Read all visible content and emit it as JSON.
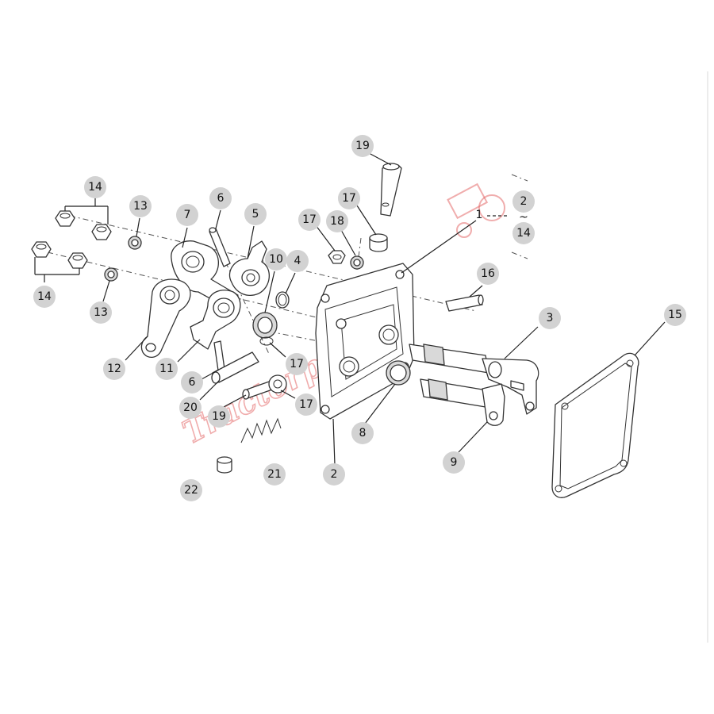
{
  "callouts": [
    {
      "id": "c19-top",
      "label": "19"
    },
    {
      "id": "c2-right",
      "label": "2"
    },
    {
      "id": "c14-right",
      "label": "14"
    },
    {
      "id": "c17-top",
      "label": "17"
    },
    {
      "id": "c17-nut",
      "label": "17"
    },
    {
      "id": "c18",
      "label": "18"
    },
    {
      "id": "c14-upper",
      "label": "14"
    },
    {
      "id": "c14-lower",
      "label": "14"
    },
    {
      "id": "c13-upper",
      "label": "13"
    },
    {
      "id": "c13-lower",
      "label": "13"
    },
    {
      "id": "c7",
      "label": "7"
    },
    {
      "id": "c6-upper",
      "label": "6"
    },
    {
      "id": "c5",
      "label": "5"
    },
    {
      "id": "c10",
      "label": "10"
    },
    {
      "id": "c4",
      "label": "4"
    },
    {
      "id": "c16",
      "label": "16"
    },
    {
      "id": "c3",
      "label": "3"
    },
    {
      "id": "c15",
      "label": "15"
    },
    {
      "id": "c12",
      "label": "12"
    },
    {
      "id": "c11",
      "label": "11"
    },
    {
      "id": "c6-lower",
      "label": "6"
    },
    {
      "id": "c17-mid",
      "label": "17"
    },
    {
      "id": "c20",
      "label": "20"
    },
    {
      "id": "c19-lower",
      "label": "19"
    },
    {
      "id": "c17-lower",
      "label": "17"
    },
    {
      "id": "c8",
      "label": "8"
    },
    {
      "id": "c2-housing",
      "label": "2"
    },
    {
      "id": "c9",
      "label": "9"
    },
    {
      "id": "c21",
      "label": "21"
    },
    {
      "id": "c22",
      "label": "22"
    }
  ],
  "plain_labels": [
    {
      "id": "p1",
      "label": "1"
    }
  ],
  "tilde": "~",
  "watermark": {
    "text": "Tractorpoint",
    "color": "#e46a6a"
  }
}
